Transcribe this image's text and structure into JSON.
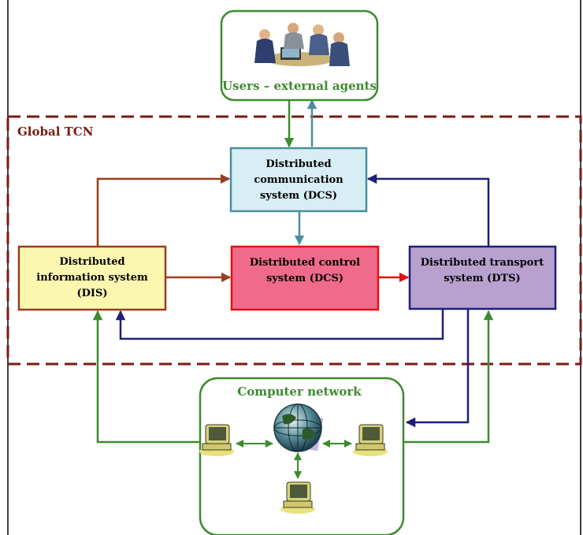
{
  "users": {
    "label": "Users – external agents"
  },
  "global_tcn": {
    "label": "Global TCN"
  },
  "dcs_comm": {
    "line1": "Distributed",
    "line2": "communication",
    "line3": "system (DCS)"
  },
  "dis": {
    "line1": "Distributed",
    "line2": "information system",
    "line3": "(DIS)"
  },
  "dcs_control": {
    "line1": "Distributed control",
    "line2": "system (DCS)"
  },
  "dts": {
    "line1": "Distributed transport",
    "line2": "system (DTS)"
  },
  "network": {
    "label": "Computer network"
  },
  "colors": {
    "green": "#3d8b2f",
    "teal": "#4a8fa0",
    "brown": "#9a3d1e",
    "navy": "#1f1f7a",
    "red": "#e01010",
    "tcn_border": "#7a1a12",
    "comm_fill": "#d8eef5",
    "info_fill": "#fbf6b0",
    "control_fill": "#f06a8c",
    "transport_fill": "#b8a0cf"
  },
  "icons": {
    "users": "people-meeting-icon",
    "globe": "globe-icon",
    "computer": "computer-icon"
  }
}
